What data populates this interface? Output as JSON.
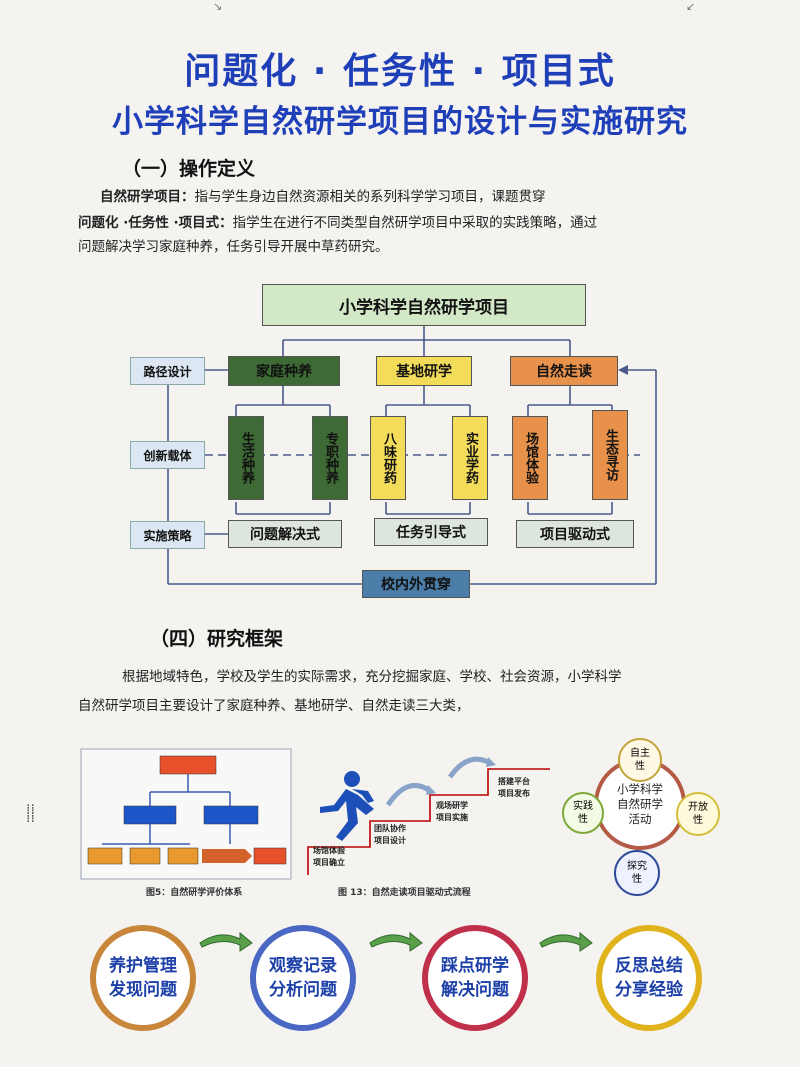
{
  "header": {
    "title_line1": "问题化 · 任务性 · 项目式",
    "title_line2": "小学科学自然研学项目的设计与实施研究"
  },
  "section1": {
    "heading": "（一）操作定义",
    "p1_label": "自然研学项目：",
    "p1_text": "指与学生身边自然资源相关的系列科学学习项目，课题贯穿",
    "p2_label": "问题化 ·任务性 ·项目式：",
    "p2_text": "指学生在进行不同类型自然研学项目中采取的实践策略，通过",
    "p3_text": "问题解决学习家庭种养，任务引导开展中草药研究。"
  },
  "diagram": {
    "top": "小学科学自然研学项目",
    "row_labels": [
      "路径设计",
      "创新载体",
      "实施策略"
    ],
    "categories": [
      "家庭种养",
      "基地研学",
      "自然走读"
    ],
    "carriers": [
      "生活种养",
      "专职种养",
      "八味研药",
      "实业学药",
      "场馆体验",
      "生态寻访"
    ],
    "strategies": [
      "问题解决式",
      "任务引导式",
      "项目驱动式"
    ],
    "bottom": "校内外贯穿"
  },
  "section4": {
    "heading": "（四）研究框架",
    "p1": "根据地域特色，学校及学生的实际需求，充分挖掘家庭、学校、社会资源，小学科学",
    "p2": "自然研学项目主要设计了家庭种养、基地研学、自然走读三大类，"
  },
  "figures": {
    "fig5_caption": "图5：自然研学评价体系",
    "fig13_caption": "图 13：自然走读项目驱动式流程",
    "steps": [
      "场馆体验\n项目确立",
      "团队协作\n项目设计",
      "观场研学\n项目实施",
      "搭建平台\n项目发布"
    ],
    "activity_center": "小学科学\n自然研学\n活动",
    "activity_traits": [
      "自主\n性",
      "开放\n性",
      "探究\n性",
      "实践\n性"
    ]
  },
  "process": [
    {
      "line1": "养护管理",
      "line2": "发现问题",
      "color": "#c8863a"
    },
    {
      "line1": "观察记录",
      "line2": "分析问题",
      "color": "#4a67c4"
    },
    {
      "line1": "踩点研学",
      "line2": "解决问题",
      "color": "#c0304a"
    },
    {
      "line1": "反思总结",
      "line2": "分享经验",
      "color": "#e0b21c"
    }
  ]
}
